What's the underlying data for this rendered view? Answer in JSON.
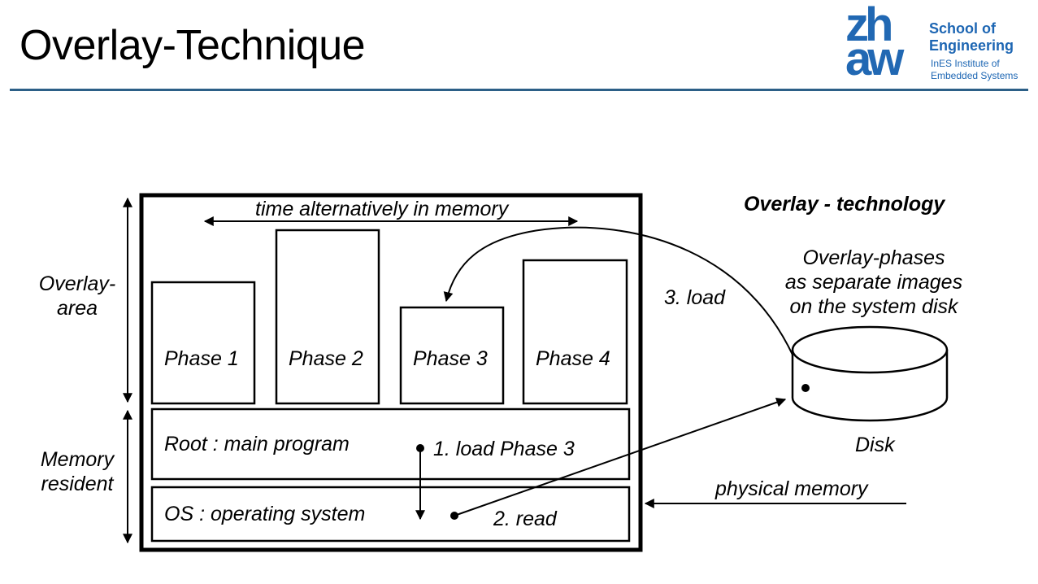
{
  "title": "Overlay-Technique",
  "logo": {
    "mark_top": "zh",
    "mark_bottom": "aw",
    "school_line1": "School of",
    "school_line2": "Engineering",
    "institute_line1": "InES Institute of",
    "institute_line2": "Embedded Systems"
  },
  "diagram": {
    "heading": "Overlay - technology",
    "time_label": "time alternatively in memory",
    "phases": [
      "Phase 1",
      "Phase 2",
      "Phase 3",
      "Phase 4"
    ],
    "root_label": "Root :  main program",
    "os_label": "OS :  operating system",
    "step1": "1.  load Phase 3",
    "step2": "2.  read",
    "step3": "3.  load",
    "overlay_area_line1": "Overlay-",
    "overlay_area_line2": "area",
    "memory_resident_line1": "Memory",
    "memory_resident_line2": "resident",
    "disk_caption_line1": "Overlay-phases",
    "disk_caption_line2": "as separate images",
    "disk_caption_line3": "on the system disk",
    "disk_label": "Disk",
    "physical_memory_label": "physical memory"
  }
}
